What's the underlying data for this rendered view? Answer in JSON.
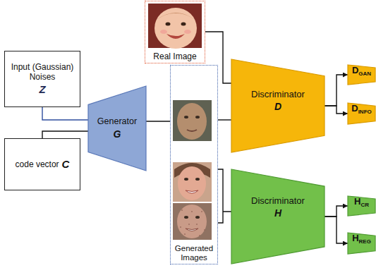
{
  "diagram": {
    "nodes": [
      {
        "text": [
          "Input (Gaussian) Noises",
          "Z"
        ]
      },
      {
        "text": [
          "code vector",
          "C"
        ]
      },
      {
        "text": [
          "Generator",
          "G"
        ]
      },
      {
        "text": [
          "Real Image"
        ]
      },
      {
        "text": [
          "Generated Images"
        ]
      },
      {
        "text": [
          "Discriminator",
          "D"
        ]
      },
      {
        "text": [
          "Discriminator",
          "H"
        ]
      },
      {
        "text": [
          "D",
          "GAN"
        ]
      },
      {
        "text": [
          "D",
          "INFO"
        ]
      },
      {
        "text": [
          "H",
          "CR"
        ]
      },
      {
        "text": [
          "H",
          "REG"
        ]
      }
    ],
    "edges": [
      {
        "from": 0,
        "to": 2,
        "arrow": "none"
      },
      {
        "from": 1,
        "to": 2,
        "arrow": "none"
      },
      {
        "from": 2,
        "to": 4,
        "arrow": "none"
      },
      {
        "from": 3,
        "to": 5,
        "arrow": "none"
      },
      {
        "from": 4,
        "to": 5,
        "arrow": "none"
      },
      {
        "from": 4,
        "to": 6,
        "arrow": "none"
      },
      {
        "from": 5,
        "to": 7,
        "arrow": "to"
      },
      {
        "from": 5,
        "to": 8,
        "arrow": "to"
      },
      {
        "from": 6,
        "to": 9,
        "arrow": "to"
      },
      {
        "from": 6,
        "to": 10,
        "arrow": "to"
      }
    ]
  }
}
